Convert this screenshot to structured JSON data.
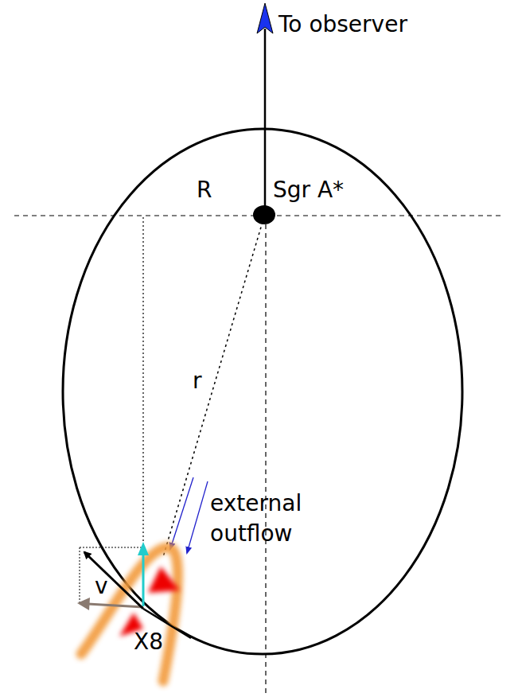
{
  "diagram": {
    "labels": [
      "To observer",
      "R",
      "Sgr A*",
      "r",
      "external outflow",
      "v",
      "X8"
    ]
  }
}
